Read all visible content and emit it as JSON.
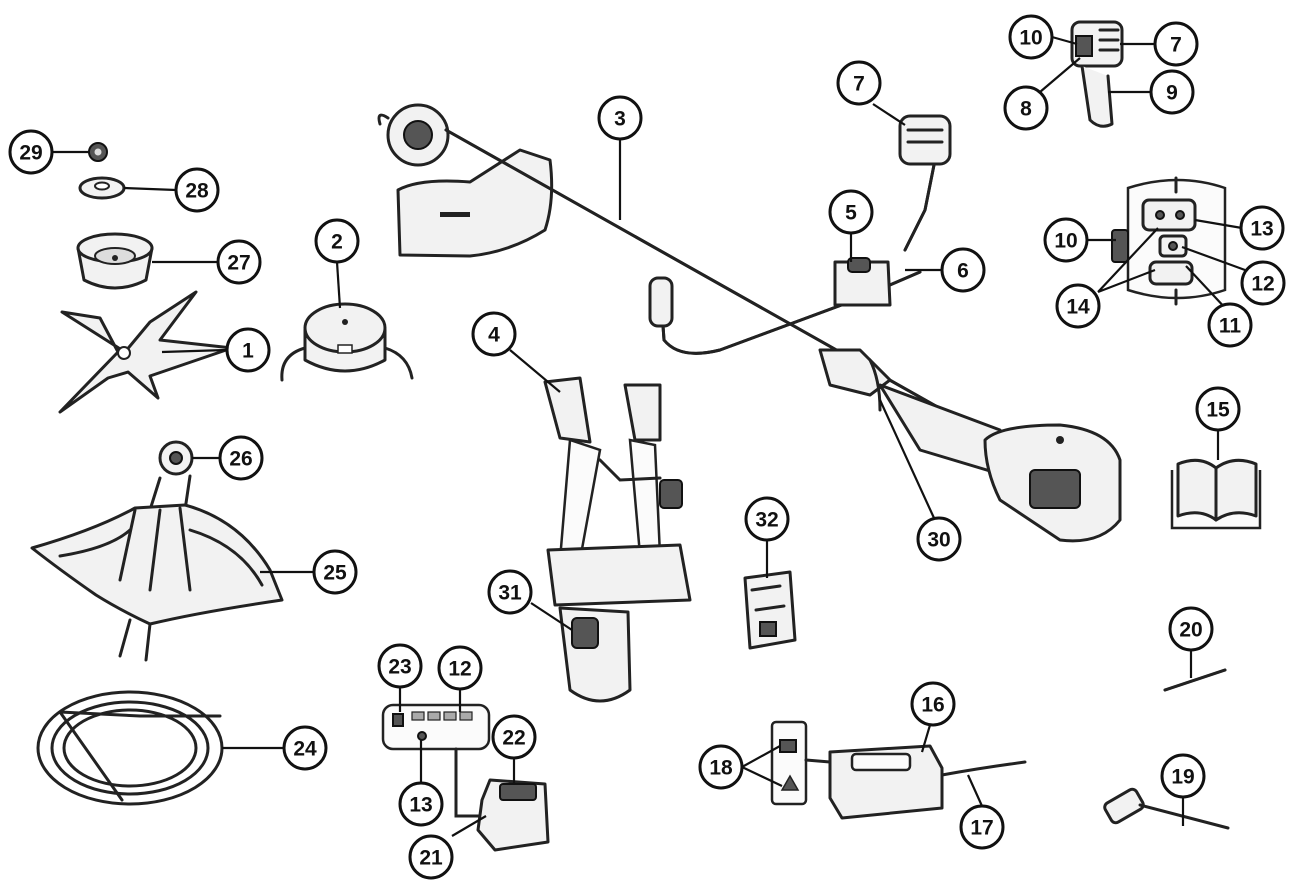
{
  "colors": {
    "ink": "#111111",
    "paper": "#ffffff",
    "part_fill": "#f2f2f2"
  },
  "parts": [
    {
      "id": "blade",
      "label": "1"
    },
    {
      "id": "trimmer-head",
      "label": "2"
    },
    {
      "id": "shaft",
      "label": "3"
    },
    {
      "id": "harness",
      "label": "4"
    },
    {
      "id": "handle-clamp",
      "label": "5"
    },
    {
      "id": "bike-handle",
      "label": "6"
    },
    {
      "id": "handle-grip",
      "label": "7"
    },
    {
      "id": "grip-trigger-lock",
      "label": "8"
    },
    {
      "id": "grip-trigger",
      "label": "9"
    },
    {
      "id": "grip-side-button",
      "label": "10"
    },
    {
      "id": "control-button-lower",
      "label": "11"
    },
    {
      "id": "control-button-mid",
      "label": "12"
    },
    {
      "id": "control-indicator",
      "label": "13"
    },
    {
      "id": "control-leds",
      "label": "14"
    },
    {
      "id": "manual",
      "label": "15"
    },
    {
      "id": "charger",
      "label": "16"
    },
    {
      "id": "charger-cable",
      "label": "17"
    },
    {
      "id": "charger-leds",
      "label": "18"
    },
    {
      "id": "wrench",
      "label": "19"
    },
    {
      "id": "locking-pin",
      "label": "20"
    },
    {
      "id": "battery",
      "label": "21"
    },
    {
      "id": "battery-release",
      "label": "22"
    },
    {
      "id": "battery-gauge-button",
      "label": "23"
    },
    {
      "id": "trimmer-line",
      "label": "24"
    },
    {
      "id": "guard",
      "label": "25"
    },
    {
      "id": "guard-screw",
      "label": "26"
    },
    {
      "id": "blade-cup",
      "label": "27"
    },
    {
      "id": "washer",
      "label": "28"
    },
    {
      "id": "nut",
      "label": "29"
    },
    {
      "id": "harness-hook",
      "label": "30"
    },
    {
      "id": "hip-pad",
      "label": "31"
    },
    {
      "id": "battery-cover",
      "label": "32"
    }
  ]
}
